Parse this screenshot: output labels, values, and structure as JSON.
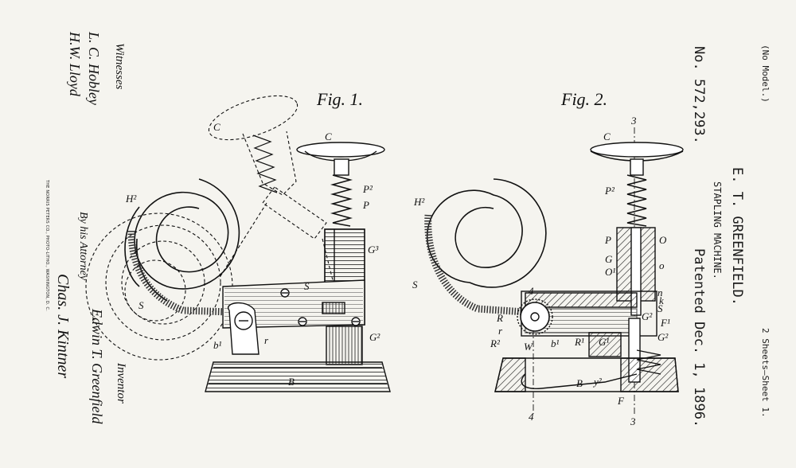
{
  "header": {
    "no_model": "(No Model.)",
    "sheets": "2 Sheets—Sheet 1.",
    "inventor_name": "E. T. GREENFIELD.",
    "title": "STAPLING MACHINE.",
    "patent_number": "No. 572,293.",
    "patented_date": "Patented Dec. 1, 1896."
  },
  "witnesses": {
    "heading": "Witnesses",
    "names": [
      "L. C. Hobley",
      "H.W. Lloyd"
    ]
  },
  "printer_note": "THE NORRIS PETERS CO., PHOTO-LITHO., WASHINGTON, D. C.",
  "signature_block": {
    "inventor_heading": "Inventor",
    "inventor_sig": "Edwin T. Greenfield",
    "attorney_line": "By his Attorney",
    "attorney_sig": "Chas. J. Kintner"
  },
  "fig1": {
    "title": "Fig. 1.",
    "labels": {
      "C_alt": "C",
      "C": "C",
      "P2": "P²",
      "P": "P",
      "H2": "H²",
      "G3": "G³",
      "S_slot": "S",
      "S_spring": "S",
      "G2": "G²",
      "b1": "b¹",
      "r": "r",
      "B": "B"
    }
  },
  "fig2": {
    "title": "Fig. 2.",
    "labels": {
      "C": "C",
      "n3_top": "3",
      "P2": "P²",
      "H2": "H²",
      "P": "P",
      "O": "O",
      "G": "G",
      "o": "o",
      "O1": "O¹",
      "S": "S",
      "n4_top": "4",
      "R": "R",
      "r": "r",
      "n": "n",
      "k": "k",
      "S_small": "S",
      "F1": "F¹",
      "G2_small": "G²",
      "G2": "G²",
      "R2": "R²",
      "W": "W",
      "b1": "b¹",
      "R1": "R¹",
      "G1": "G¹",
      "B": "B",
      "y2": "y²",
      "F": "F",
      "n4_bot": "4",
      "n3_bot": "3"
    }
  }
}
